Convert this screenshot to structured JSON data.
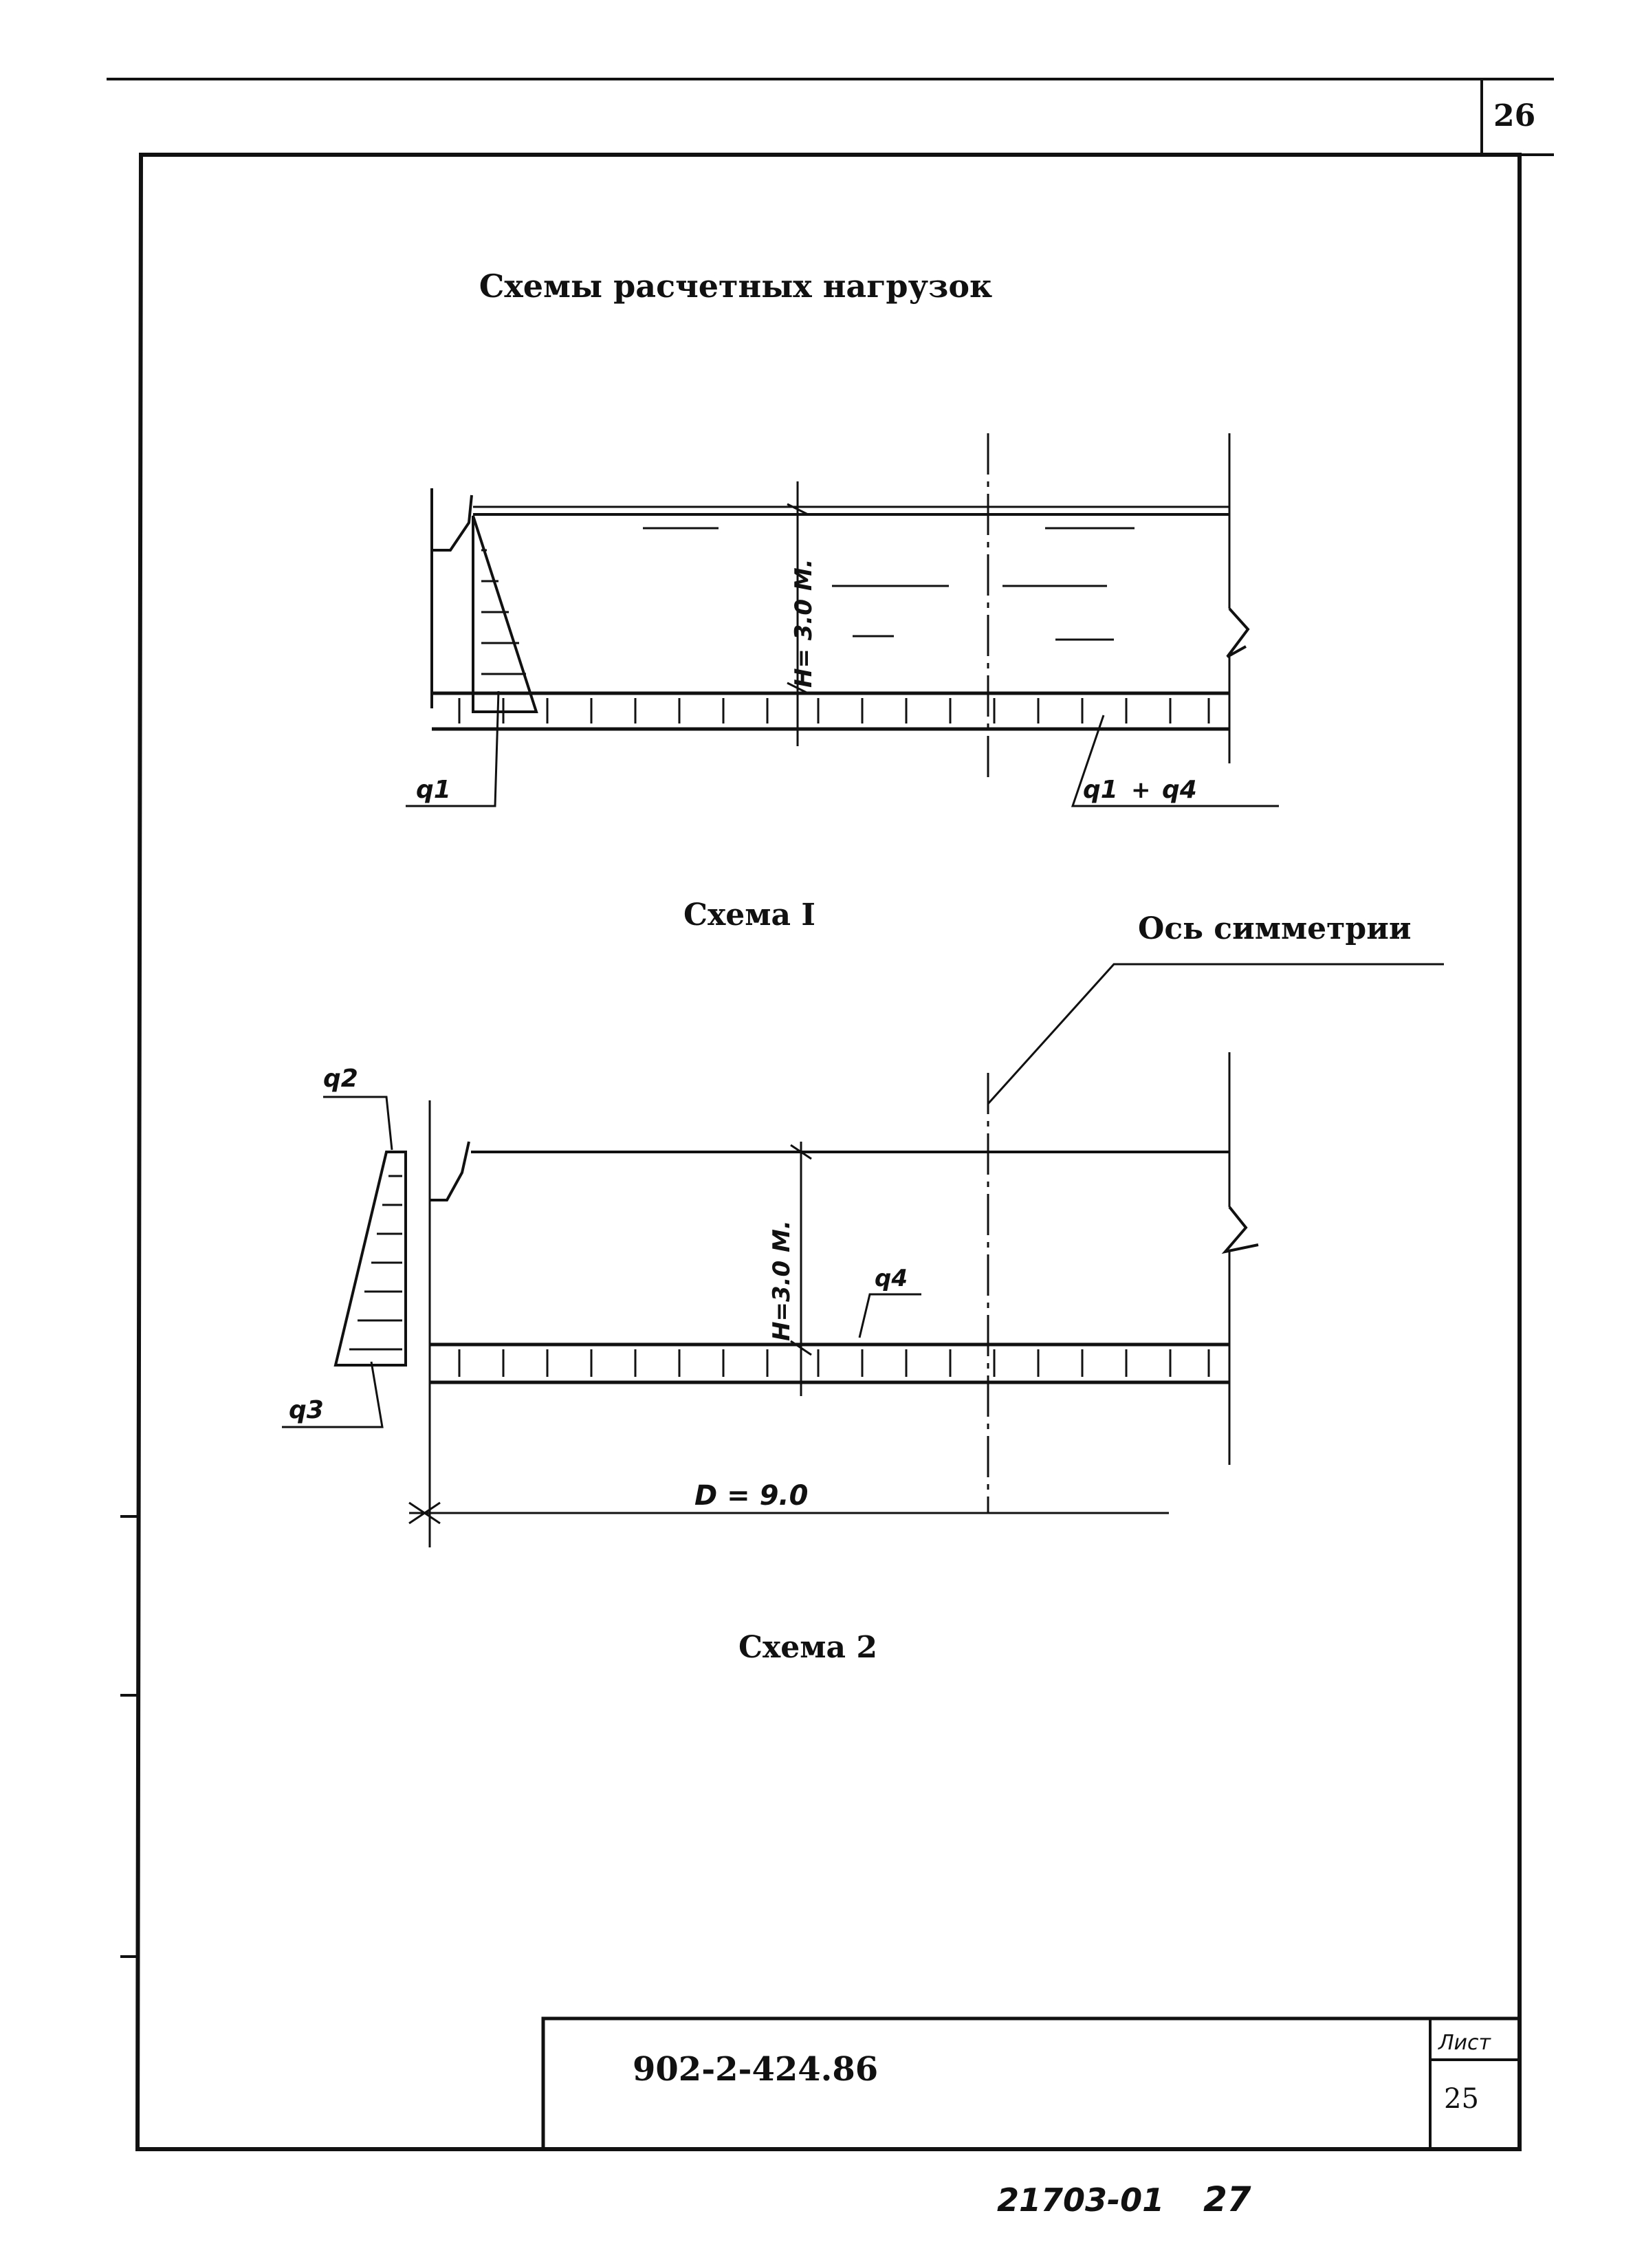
{
  "page": {
    "page_number": "26",
    "title": "Схемы расчетных нагрузок"
  },
  "scheme1": {
    "caption": "Схема I",
    "height_label": "H= 3.0 M.",
    "load_left": "q1",
    "load_right_a": "q1",
    "load_right_plus": "+",
    "load_right_b": "q4"
  },
  "scheme2": {
    "caption": "Схема 2",
    "height_label": "H=3.0 M.",
    "load_top": "q2",
    "load_bottom": "q3",
    "load_bottom_slab": "q4",
    "diameter_label": "D = 9.0",
    "axis_label": "Ось симметрии"
  },
  "title_block": {
    "doc_code": "902-2-424.86",
    "sheet_label": "Лист",
    "sheet_number": "25"
  },
  "footer": {
    "archive_number": "21703-01",
    "archive_page": "27"
  },
  "colors": {
    "ink": "#111111",
    "paper": "#ffffff"
  }
}
